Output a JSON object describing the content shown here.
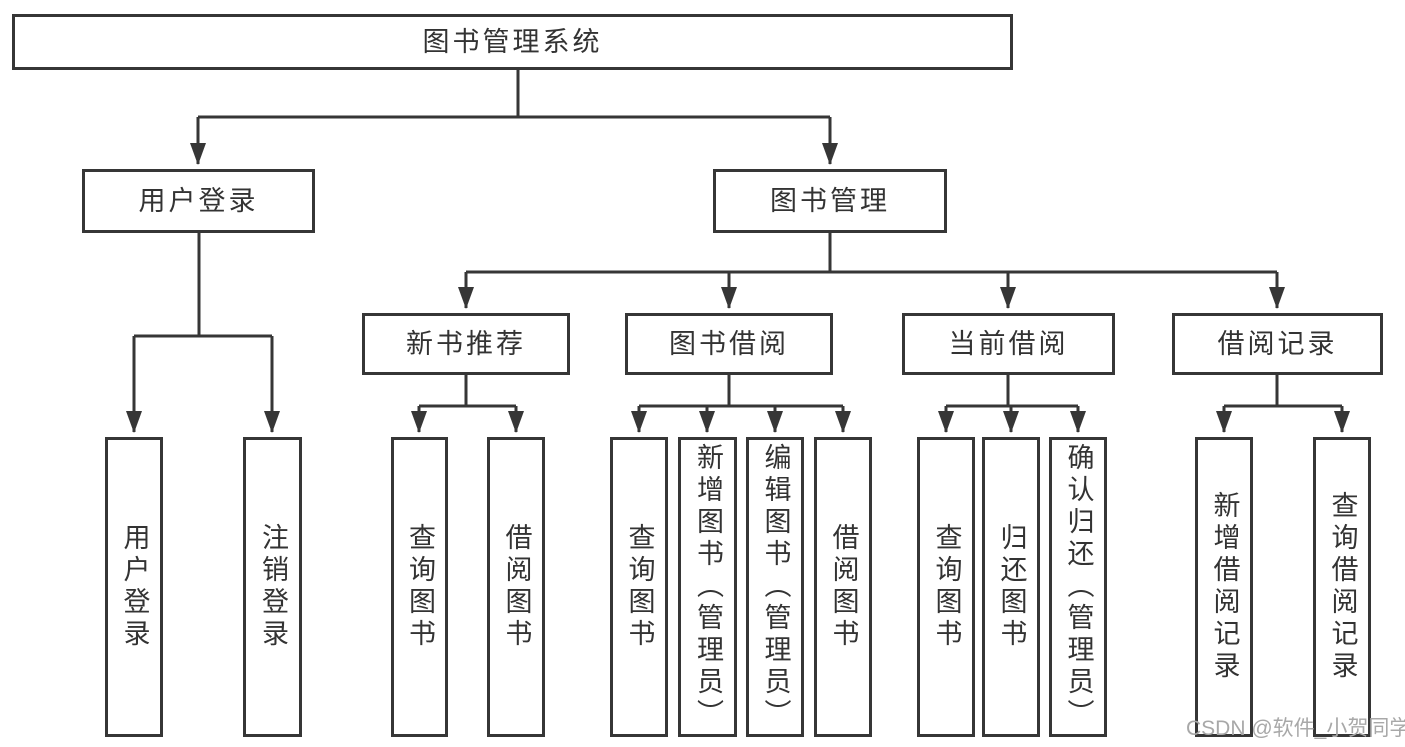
{
  "diagram_type": "hierarchy-tree",
  "tree": {
    "root": {
      "label": "图书管理系统",
      "children": [
        {
          "label": "用户登录",
          "children": [
            {
              "label": "用户登录"
            },
            {
              "label": "注销登录"
            }
          ]
        },
        {
          "label": "图书管理",
          "children": [
            {
              "label": "新书推荐",
              "children": [
                {
                  "label": "查询图书"
                },
                {
                  "label": "借阅图书"
                }
              ]
            },
            {
              "label": "图书借阅",
              "children": [
                {
                  "label": "查询图书"
                },
                {
                  "label": "新增图书（管理员）"
                },
                {
                  "label": "编辑图书（管理员）"
                },
                {
                  "label": "借阅图书"
                }
              ]
            },
            {
              "label": "当前借阅",
              "children": [
                {
                  "label": "查询图书"
                },
                {
                  "label": "归还图书"
                },
                {
                  "label": "确认归还（管理员）"
                }
              ]
            },
            {
              "label": "借阅记录",
              "children": [
                {
                  "label": "新增借阅记录"
                },
                {
                  "label": "查询借阅记录"
                }
              ]
            }
          ]
        }
      ]
    }
  },
  "watermark": {
    "text": "CSDN @软件_小贺同学"
  },
  "colors": {
    "box_border": "#363636",
    "line": "#363636",
    "text": "#333333",
    "watermark": "#a8a8a8",
    "background": "#ffffff"
  }
}
